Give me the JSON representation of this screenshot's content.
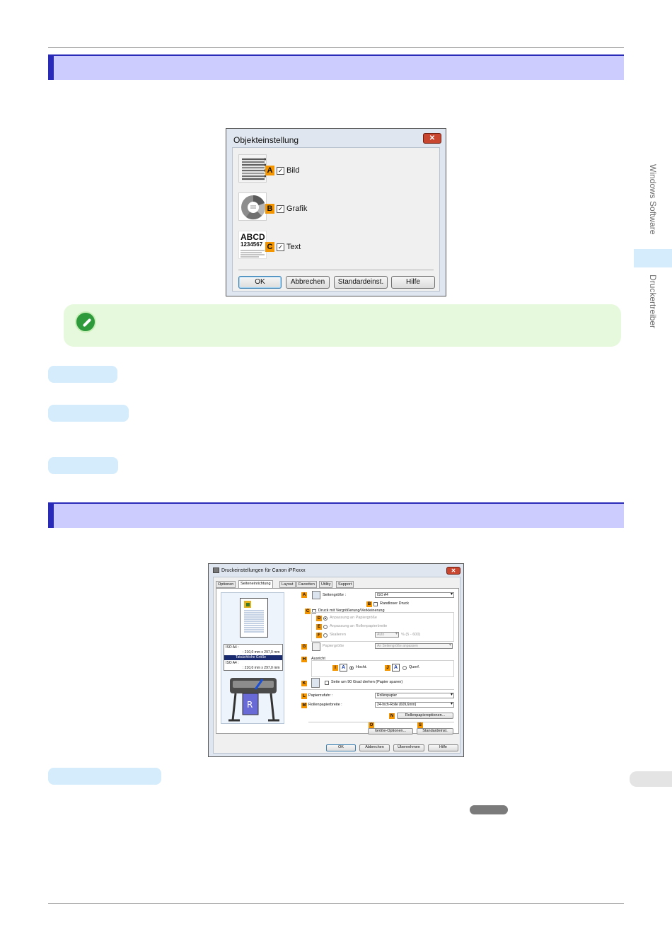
{
  "side_tabs": {
    "upper": "Windows Software",
    "lower": "Druckertreiber"
  },
  "dialog1": {
    "title": "Objekteinstellung",
    "close_label": "✕",
    "items": [
      {
        "badge": "A",
        "label": "Bild",
        "checked": true
      },
      {
        "badge": "B",
        "label": "Grafik",
        "checked": true
      },
      {
        "badge": "C",
        "label": "Text",
        "checked": true
      }
    ],
    "text_thumb": {
      "line1": "ABCD",
      "line2": "1234567"
    },
    "buttons": {
      "ok": "OK",
      "cancel": "Abbrechen",
      "defaults": "Standardeinst.",
      "help": "Hilfe"
    }
  },
  "dialog2": {
    "title": "Druckeinstellungen für Canon iPFxxxx",
    "tabs": [
      "Optionen",
      "Seiteneinrichtung",
      "Layout",
      "Favoriten",
      "Utility",
      "Support"
    ],
    "preview": {
      "size_label": "ISO A4 :",
      "size_value": ": 210,0 mm x 297,0 mm",
      "actual_label": "Tatsächliche Größe",
      "size_label2": "ISO A4 :",
      "size_value2": ": 210,0 mm x 297,0 mm"
    },
    "page_size": {
      "badge": "A",
      "label": "Seitengröße :",
      "value": "ISO A4"
    },
    "borderless": {
      "badge": "B",
      "label": "Randloser Druck"
    },
    "scaling": {
      "badge": "C",
      "label": "Druck mit Vergrößerung/Verkleinerung"
    },
    "fit_paper": {
      "badge": "D",
      "label": "Anpassung an Papiergröße"
    },
    "fit_roll": {
      "badge": "E",
      "label": "Anpassung an Rollenpapierbreite"
    },
    "scale": {
      "badge": "F",
      "label": "Skalieren",
      "value": "Auto",
      "range": "% (5 - 600)"
    },
    "paper_size": {
      "badge": "G",
      "label": "Papiergröße",
      "value": "An Seitengröße anpassen"
    },
    "orientation": {
      "badge": "H",
      "label": "Ausricht",
      "portrait_badge": "I",
      "portrait": "Hocht.",
      "landscape_badge": "J",
      "landscape": "Querf."
    },
    "rotate": {
      "badge": "K",
      "label": "Seite um 90 Grad drehen (Papier sparen)"
    },
    "paper_source": {
      "badge": "L",
      "label": "Papierzufuhr :",
      "value": "Rollenpapier"
    },
    "roll_width": {
      "badge": "M",
      "label": "Rollenpapierbreite :",
      "value": "24-Inch-Rolle (609,6mm)"
    },
    "roll_options": {
      "badge": "N",
      "label": "Rollenpapieroptionen..."
    },
    "size_options": {
      "badge": "O",
      "label": "Größe-Optionen..."
    },
    "defaults": {
      "badge": "S",
      "label": "Standardeinst."
    },
    "footer": {
      "ok": "OK",
      "cancel": "Abbrechen",
      "apply": "Übernehmen",
      "help": "Hilfe"
    }
  }
}
